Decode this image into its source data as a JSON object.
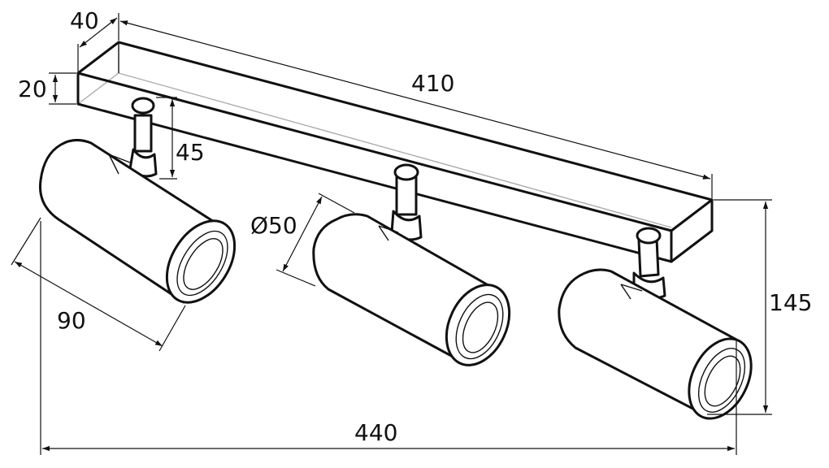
{
  "drawing": {
    "type": "technical-dimension-drawing",
    "subject": "triple spotlight ceiling bar",
    "units": "mm"
  },
  "dimensions": {
    "base_depth": "40",
    "base_height": "20",
    "base_length": "410",
    "stem_height": "45",
    "diameter": "Ø50",
    "spot_length": "90",
    "total_height": "145",
    "total_width": "440"
  }
}
